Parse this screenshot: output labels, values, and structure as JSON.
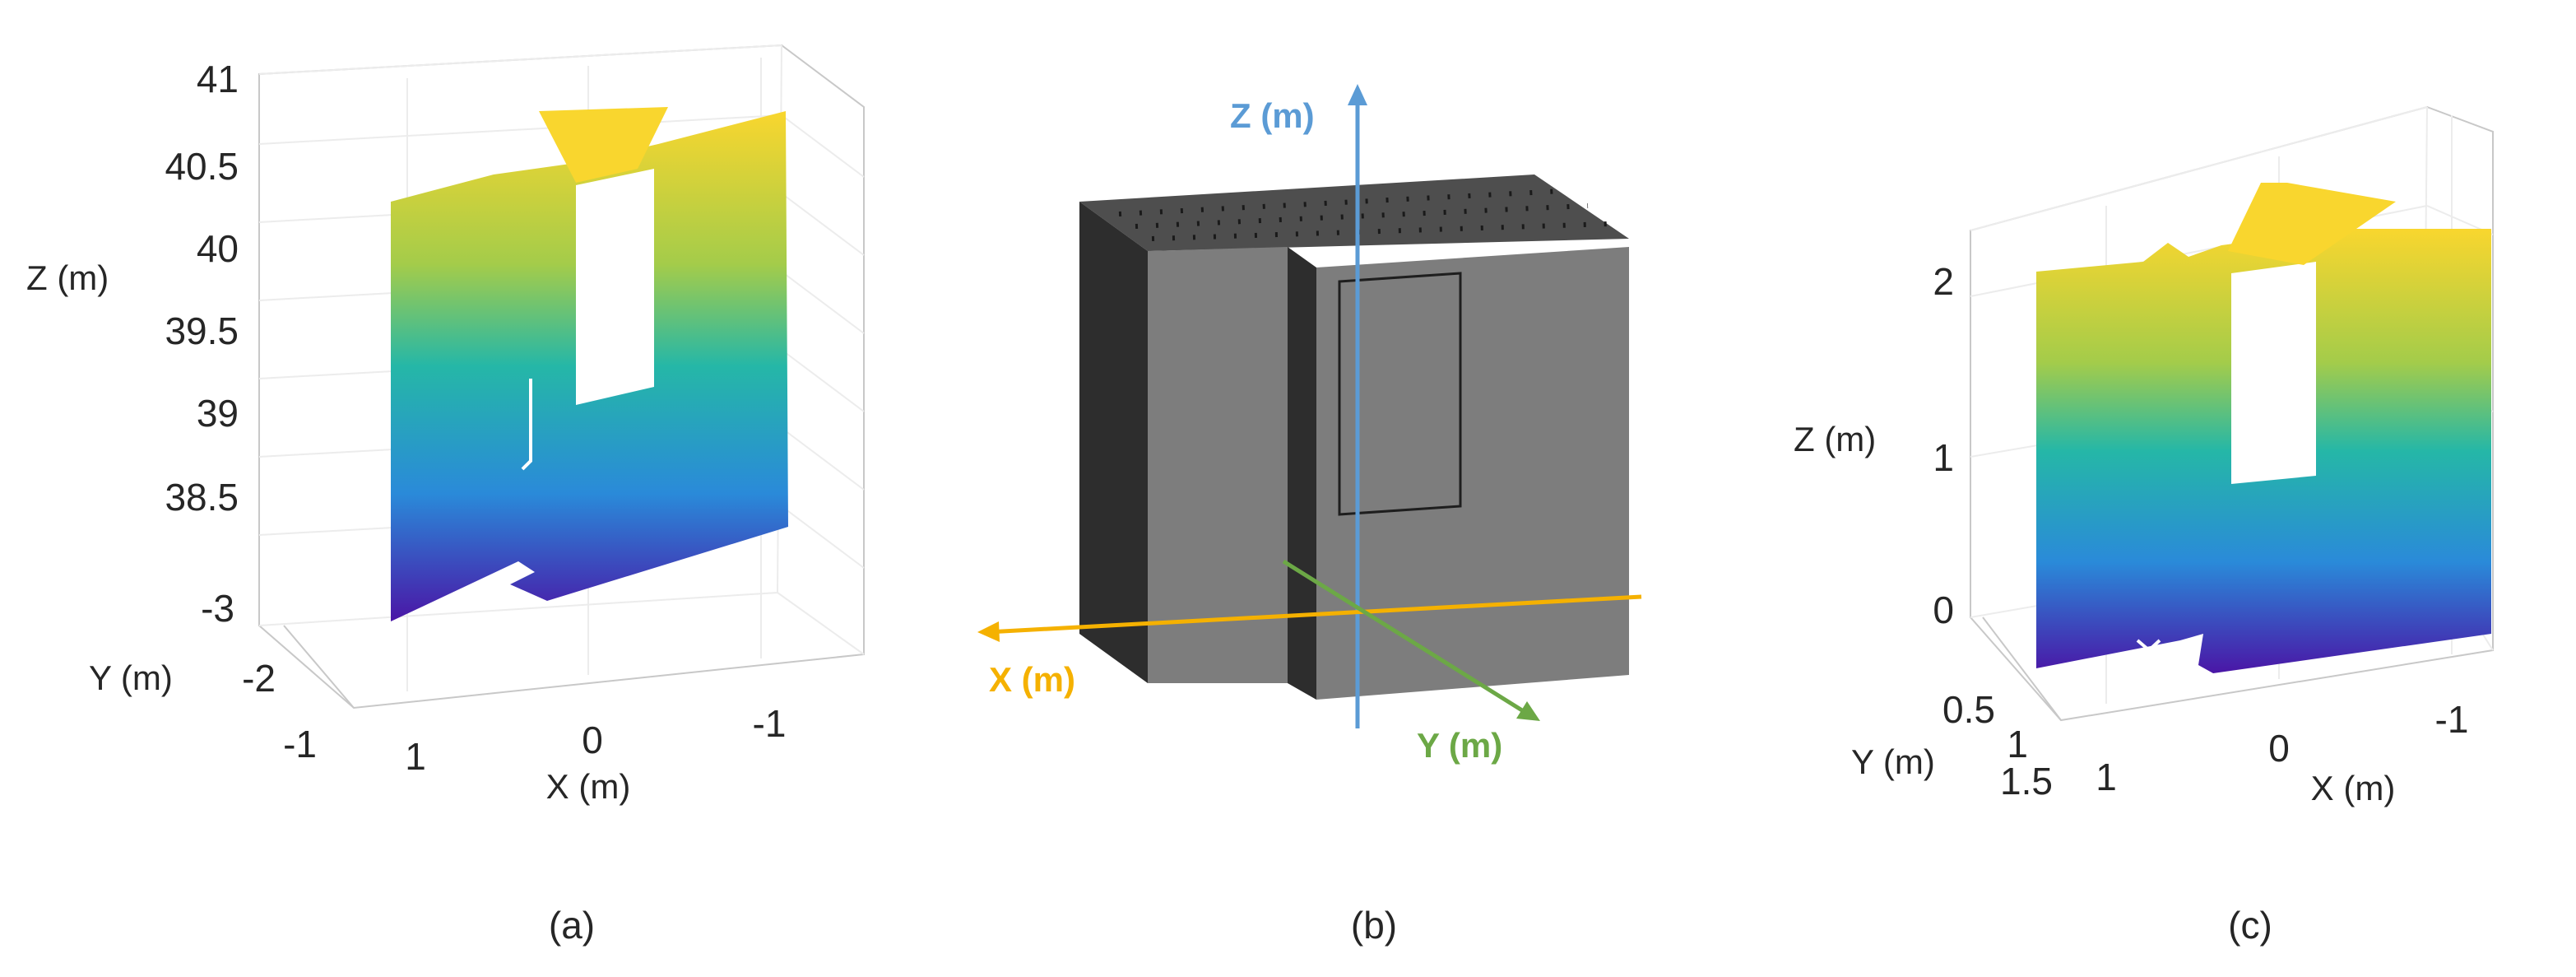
{
  "panels": {
    "a": {
      "caption": "(a)",
      "z_label": "Z (m)",
      "y_label": "Y (m)",
      "x_label": "X (m)",
      "z_ticks": [
        "41",
        "40.5",
        "40",
        "39.5",
        "39",
        "38.5"
      ],
      "y_ticks": [
        "-3",
        "-2",
        "-1"
      ],
      "x_ticks": [
        "1",
        "0",
        "-1"
      ]
    },
    "b": {
      "caption": "(b)",
      "z_axis_label": "Z (m)",
      "x_axis_label": "X (m)",
      "y_axis_label": "Y (m)"
    },
    "c": {
      "caption": "(c)",
      "z_label": "Z (m)",
      "y_label": "Y (m)",
      "x_label": "X (m)",
      "z_ticks": [
        "2",
        "1",
        "0"
      ],
      "y_ticks": [
        "0.5",
        "1",
        "1.5"
      ],
      "x_ticks": [
        "1",
        "0",
        "-1"
      ]
    }
  },
  "colors": {
    "colormap_top": "#f9d62e",
    "colormap_mid_upper": "#a4cc4a",
    "colormap_mid": "#25b7a7",
    "colormap_mid_lower": "#2a8ad9",
    "colormap_bottom": "#4a16a6",
    "x_axis": "#f5b100",
    "y_axis": "#6ca846",
    "z_axis": "#5b9bd5",
    "model_front": "#7d7d7d",
    "model_side": "#2d2d2d",
    "model_top": "#4e4e4e"
  }
}
